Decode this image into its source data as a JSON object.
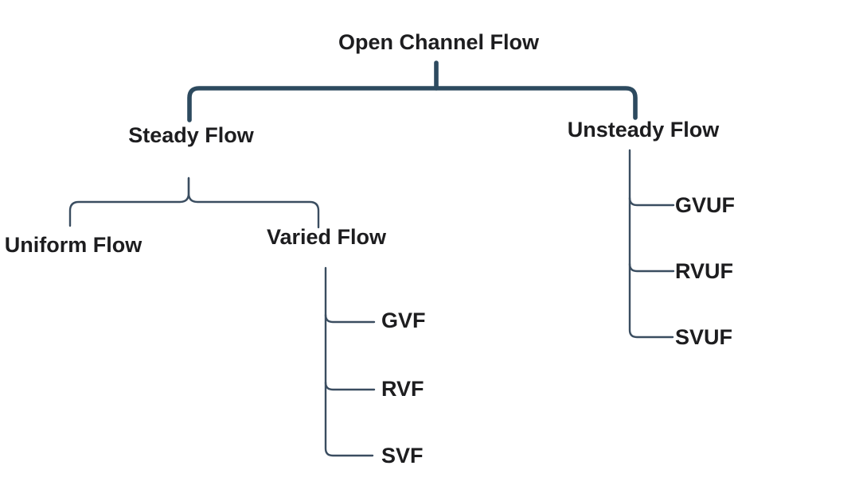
{
  "diagram": {
    "title": "Open Channel Flow",
    "colors": {
      "connector_primary": "#2d4a5f",
      "connector_secondary": "#3a4d60",
      "text": "#1d1d1f",
      "background": "#ffffff"
    },
    "tree": {
      "label": "Open Channel Flow",
      "children": [
        {
          "label": "Steady Flow",
          "children": [
            {
              "label": "Uniform Flow",
              "children": []
            },
            {
              "label": "Varied Flow",
              "children": [
                {
                  "label": "GVF"
                },
                {
                  "label": "RVF"
                },
                {
                  "label": "SVF"
                }
              ]
            }
          ]
        },
        {
          "label": "Unsteady Flow",
          "children": [
            {
              "label": "GVUF"
            },
            {
              "label": "RVUF"
            },
            {
              "label": "SVUF"
            }
          ]
        }
      ]
    }
  }
}
